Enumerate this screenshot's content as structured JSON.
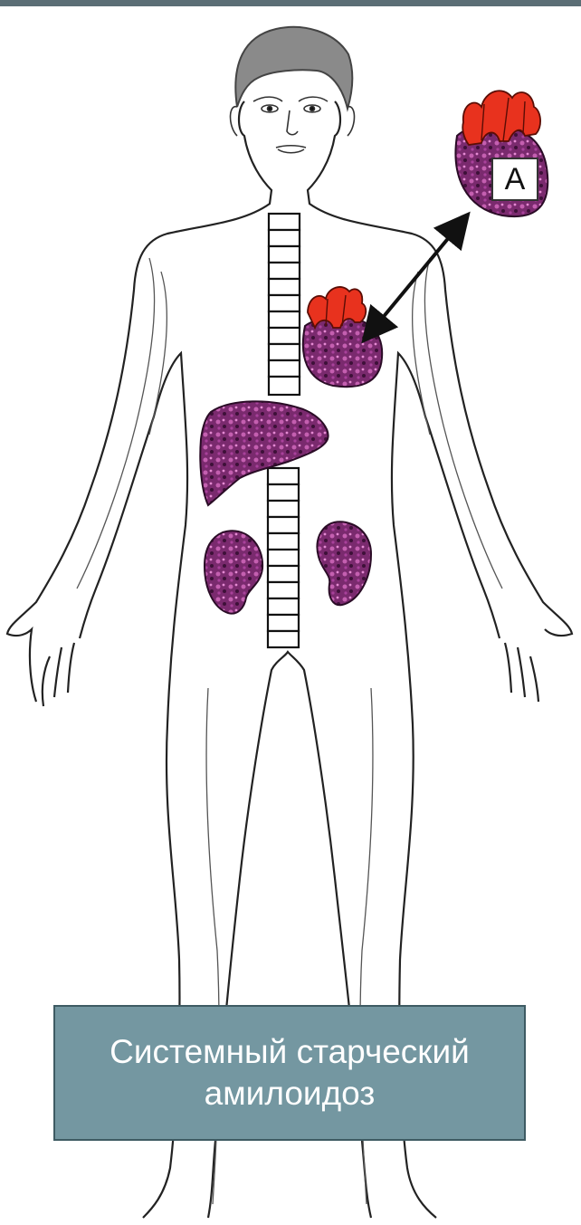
{
  "caption": {
    "line1": "Системный старческий",
    "line2": "амилоидоз"
  },
  "figure": {
    "label_a": "A",
    "organs": [
      "heart",
      "heart-enlarged",
      "liver",
      "kidney-left",
      "kidney-right"
    ],
    "colors": {
      "organ_tissue": "#7a2a6e",
      "organ_tissue_light": "#c45fb0",
      "vessel_red": "#e8321e",
      "caption_bg": "#7497a1",
      "top_bar": "#5b6e75"
    }
  }
}
